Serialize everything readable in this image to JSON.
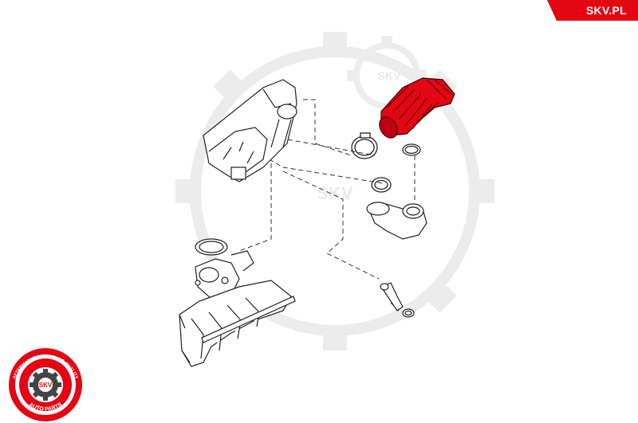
{
  "brand": {
    "site": "SKV.PL",
    "accent_color": "#e30613"
  },
  "watermark": {
    "text_top": "SKV",
    "text_mid": "SKV"
  },
  "badge": {
    "center_text": "SKV",
    "ring_text_top": "AFTERMARKET PRICE · OE QUALITY",
    "ring_text_bottom": "AUTO PARTS",
    "ring_color": "#e30613"
  },
  "diagram": {
    "highlighted_part": "intake-hose",
    "highlight_color": "#e30613"
  }
}
